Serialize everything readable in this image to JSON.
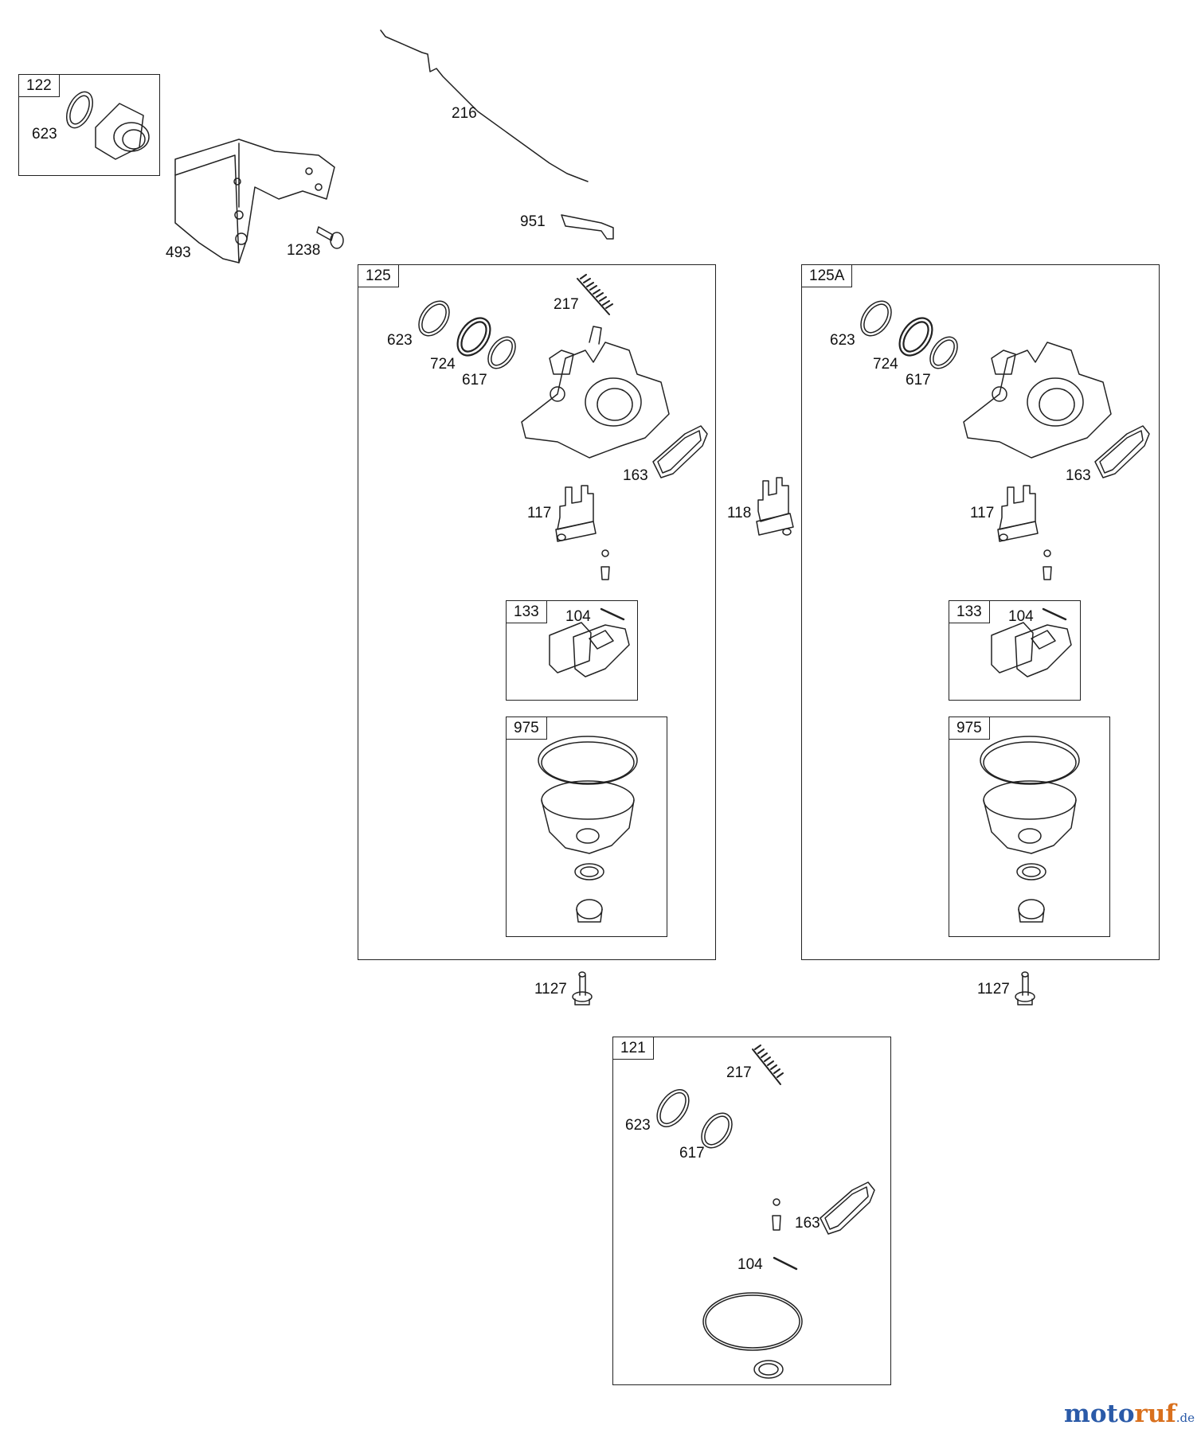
{
  "kits": {
    "k122": "122",
    "k125": "125",
    "k125a": "125A",
    "k133a": "133",
    "k975a": "975",
    "k133b": "133",
    "k975b": "975",
    "k121": "121"
  },
  "callouts": {
    "c623_122": "623",
    "c493": "493",
    "c1238": "1238",
    "c216": "216",
    "c951": "951",
    "c217_125": "217",
    "c623_125": "623",
    "c724_125": "724",
    "c617_125": "617",
    "c163_125": "163",
    "c117_125": "117",
    "c104_125": "104",
    "c118": "118",
    "c623_125a": "623",
    "c724_125a": "724",
    "c617_125a": "617",
    "c163_125a": "163",
    "c117_125a": "117",
    "c104_125a": "104",
    "c1127_a": "1127",
    "c1127_b": "1127",
    "c217_121": "217",
    "c623_121": "623",
    "c617_121": "617",
    "c163_121": "163",
    "c104_121": "104"
  },
  "watermark": {
    "part1": "moto",
    "part2": "ruf",
    "part3": ".de"
  },
  "colors": {
    "line": "#222222",
    "watermark_blue": "#2a5aa8",
    "watermark_orange": "#d9701d"
  }
}
